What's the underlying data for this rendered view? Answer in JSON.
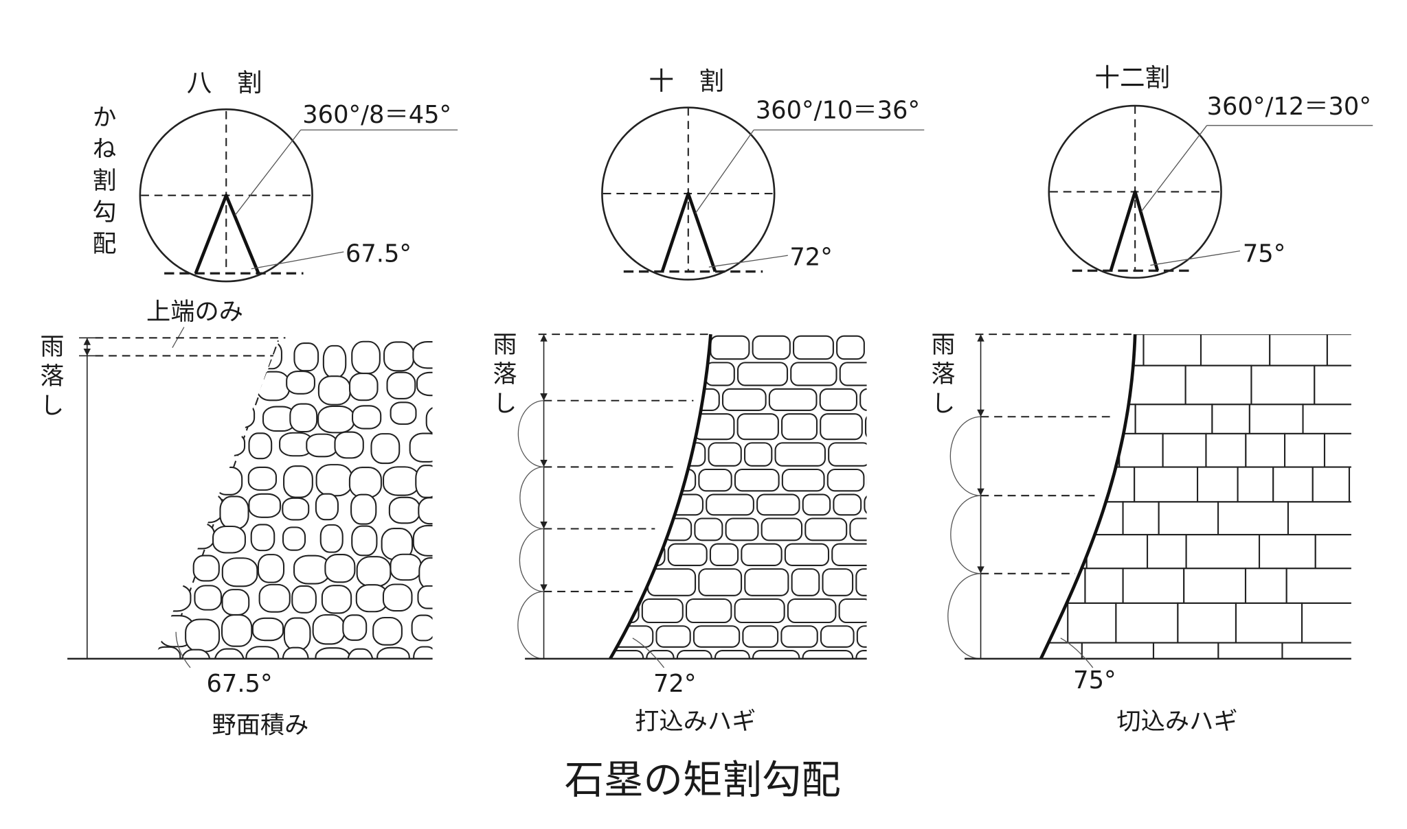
{
  "vertical_label": "かね割勾配",
  "main_title": "石塁の矩割勾配",
  "panels": [
    {
      "division_title": "八　割",
      "formula": "360°/8＝45°",
      "circle_angle": "67.5°",
      "wall_angle": "67.5°",
      "style_name": "野面積み",
      "amaochi": "雨落し",
      "note": "上端のみ"
    },
    {
      "division_title": "十　割",
      "formula": "360°/10＝36°",
      "circle_angle": "72°",
      "wall_angle": "72°",
      "style_name": "打込みハギ",
      "amaochi": "雨落し"
    },
    {
      "division_title": "十二割",
      "formula": "360°/12＝30°",
      "circle_angle": "75°",
      "wall_angle": "75°",
      "style_name": "切込みハギ",
      "amaochi": "雨落し"
    }
  ]
}
